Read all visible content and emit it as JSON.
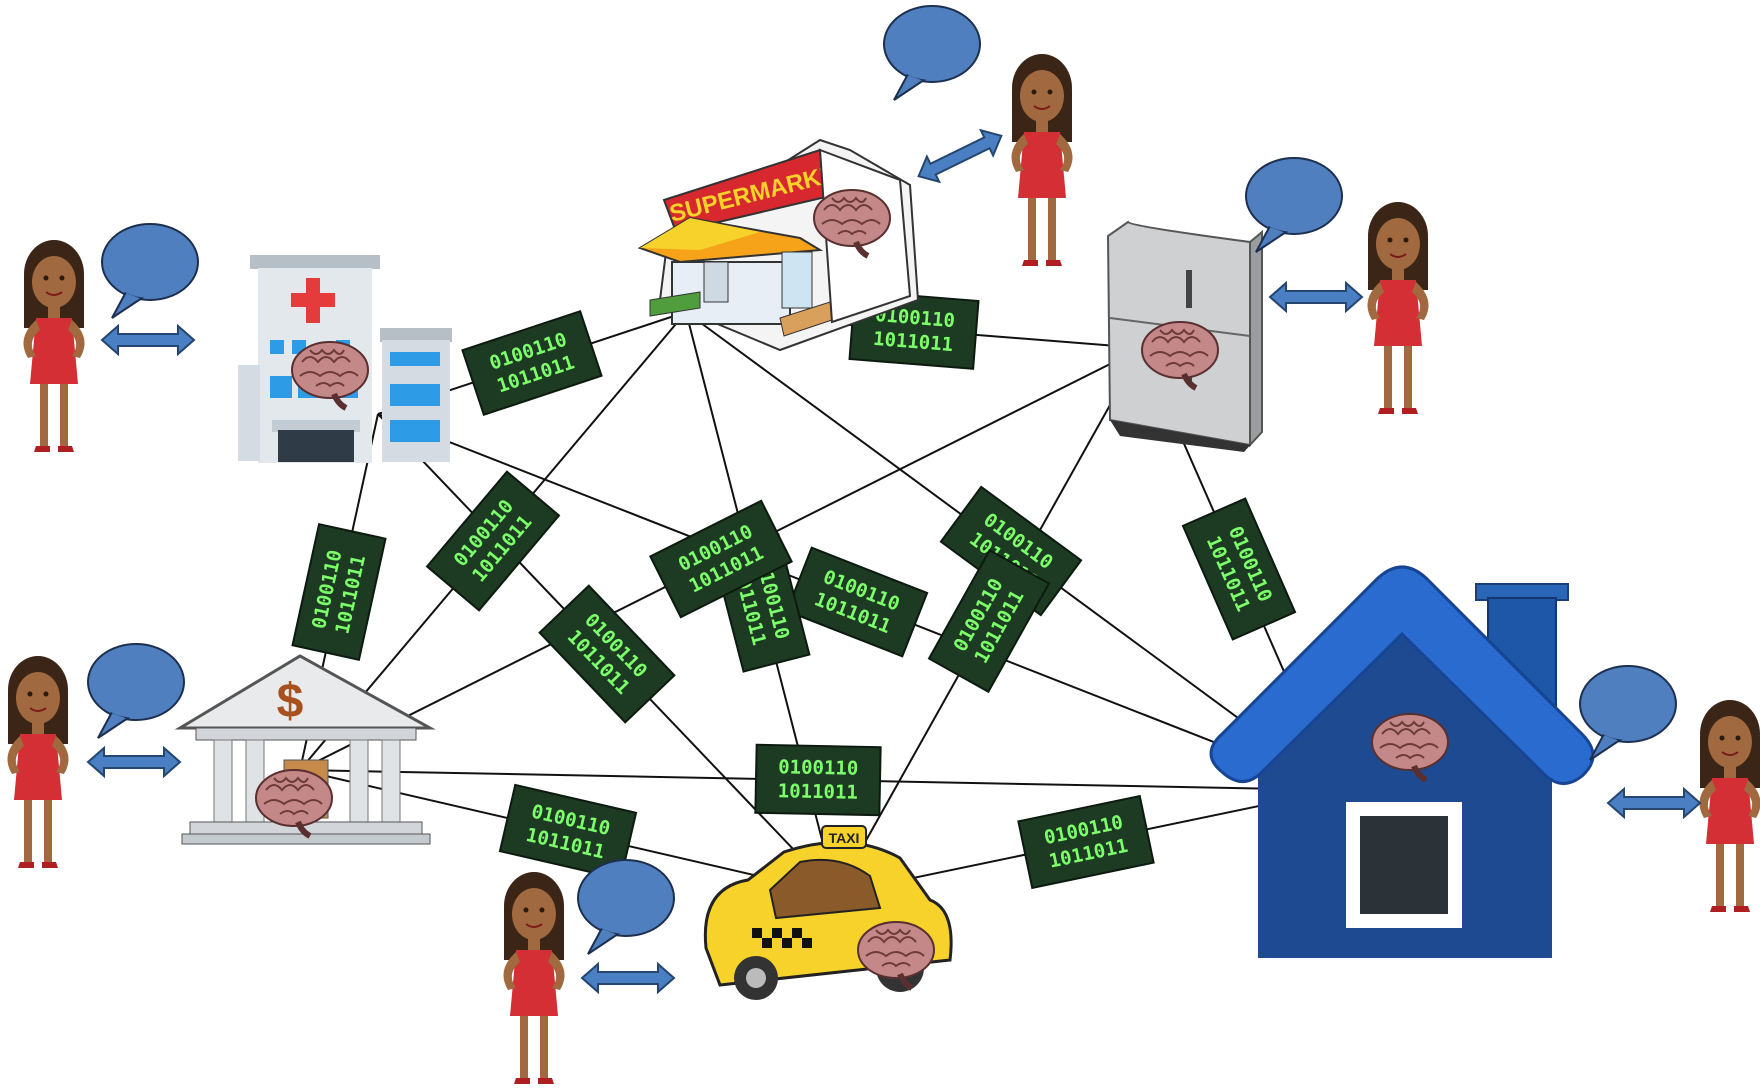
{
  "title": "",
  "colors": {
    "edge": "#111111",
    "chip_bg": "#1d3a22",
    "chip_text": "#7CFF6A",
    "bubble": "#4f7fbf",
    "arrow": "#4a7fc4",
    "house": "#1e56a8",
    "taxi": "#f6d22a",
    "brain": "#c98a8a"
  },
  "nodes": [
    {
      "id": "hospital",
      "icon": "hospital-icon"
    },
    {
      "id": "supermarket",
      "icon": "supermarket-icon",
      "label": "SUPERMARKET"
    },
    {
      "id": "fridge",
      "icon": "fridge-icon"
    },
    {
      "id": "bank",
      "icon": "bank-icon",
      "label": "$"
    },
    {
      "id": "taxi",
      "icon": "taxi-icon",
      "label": "TAXI"
    },
    {
      "id": "house",
      "icon": "house-icon"
    }
  ],
  "edges": [
    {
      "from": "hospital",
      "to": "supermarket",
      "label": "0100110\n1011011"
    },
    {
      "from": "hospital",
      "to": "bank",
      "label": "0100110\n1011011"
    },
    {
      "from": "hospital",
      "to": "house",
      "label": "0100110\n1011011"
    },
    {
      "from": "hospital",
      "to": "taxi",
      "label": "0100110\n1011011"
    },
    {
      "from": "supermarket",
      "to": "bank",
      "label": "0100110\n1011011"
    },
    {
      "from": "supermarket",
      "to": "taxi",
      "label": "0100110\n1011011"
    },
    {
      "from": "supermarket",
      "to": "fridge",
      "label": "0100110\n1011011"
    },
    {
      "from": "supermarket",
      "to": "house",
      "label": "0100110\n1011011"
    },
    {
      "from": "fridge",
      "to": "bank",
      "label": "0100110\n1011011"
    },
    {
      "from": "fridge",
      "to": "taxi",
      "label": "0100110\n1011011"
    },
    {
      "from": "fridge",
      "to": "house",
      "label": "0100110\n1011011"
    },
    {
      "from": "bank",
      "to": "house",
      "label": "0100110\n1011011"
    },
    {
      "from": "bank",
      "to": "taxi",
      "label": "0100110\n1011011"
    },
    {
      "from": "taxi",
      "to": "house",
      "label": "0100110\n1011011"
    }
  ],
  "people": [
    {
      "id": "person-hospital",
      "icon": "woman-icon"
    },
    {
      "id": "person-supermarket",
      "icon": "woman-icon"
    },
    {
      "id": "person-fridge",
      "icon": "woman-icon"
    },
    {
      "id": "person-bank",
      "icon": "woman-icon"
    },
    {
      "id": "person-taxi",
      "icon": "woman-icon"
    },
    {
      "id": "person-house",
      "icon": "woman-icon"
    }
  ],
  "decorations": {
    "brain_icon": "brain-icon",
    "speech_icon": "speech-bubble-icon",
    "arrow_icon": "double-arrow-icon"
  }
}
